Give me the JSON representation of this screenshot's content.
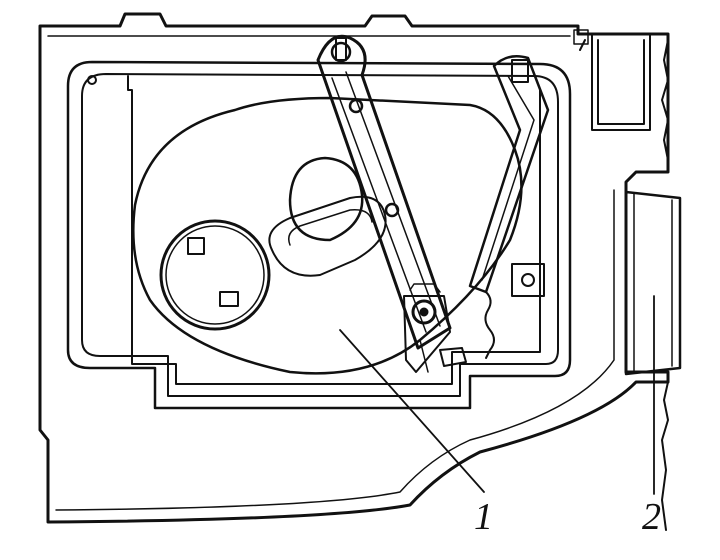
{
  "callouts": [
    {
      "id": "1",
      "text": "1"
    },
    {
      "id": "2",
      "text": "2"
    }
  ],
  "colors": {
    "ink": "#111111",
    "paper": "#ffffff"
  }
}
